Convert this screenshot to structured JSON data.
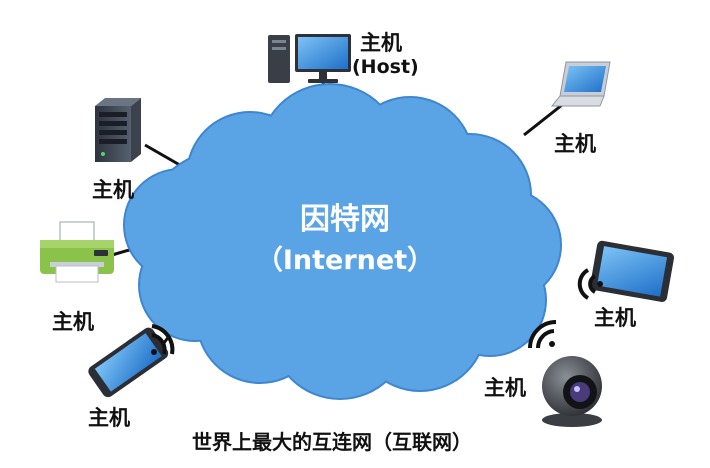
{
  "cloud": {
    "title": "因特网",
    "subtitle": "（Internet）",
    "color": "#5aa4e6",
    "stroke": "#3e86cf"
  },
  "hosts": {
    "desktop": {
      "label": "主机",
      "sublabel": "(Host)",
      "icon": "desktop-computer-icon"
    },
    "laptop": {
      "label": "主机",
      "icon": "laptop-icon"
    },
    "server": {
      "label": "主机",
      "icon": "server-tower-icon"
    },
    "printer": {
      "label": "主机",
      "icon": "printer-icon"
    },
    "tablet": {
      "label": "主机",
      "icon": "tablet-icon"
    },
    "phone": {
      "label": "主机",
      "icon": "smartphone-icon"
    },
    "camera": {
      "label": "主机",
      "icon": "webcam-icon"
    }
  },
  "caption": "世界上最大的互连网（互联网）"
}
